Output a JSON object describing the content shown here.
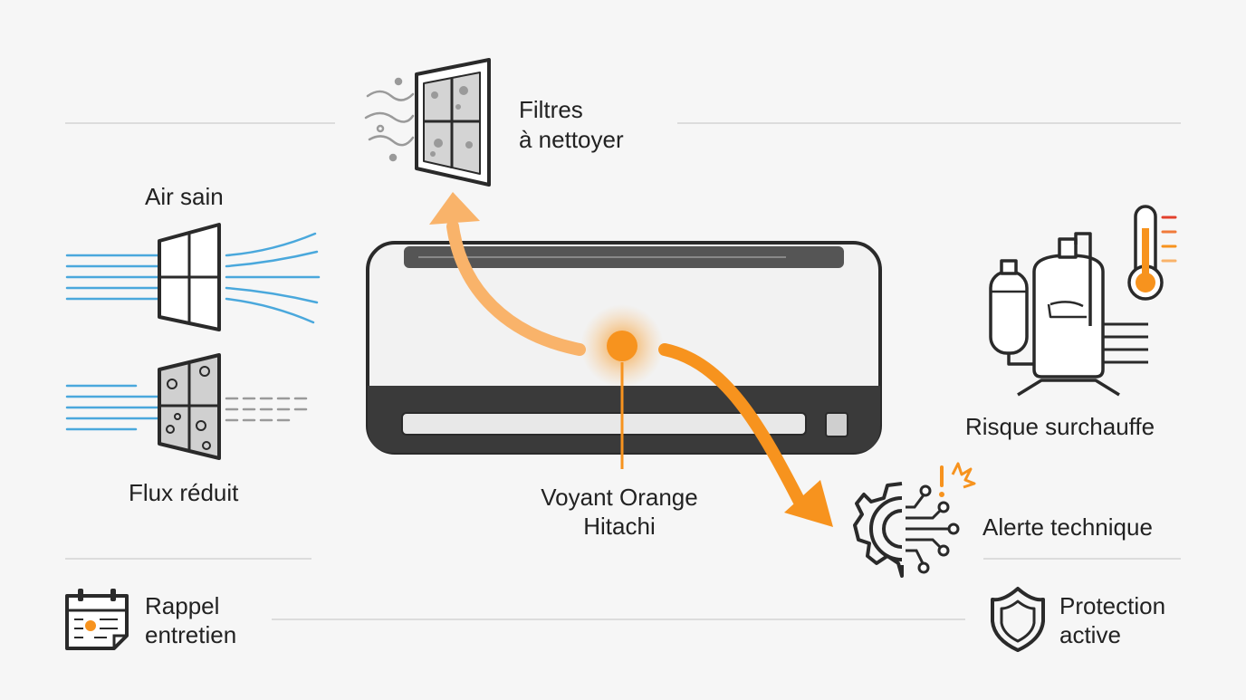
{
  "labels": {
    "filters_line1": "Filtres",
    "filters_line2": "à nettoyer",
    "air_sain": "Air sain",
    "flux_reduit": "Flux réduit",
    "voyant_line1": "Voyant Orange",
    "voyant_line2": "Hitachi",
    "risque": "Risque surchauffe",
    "alerte": "Alerte technique",
    "rappel_line1": "Rappel",
    "rappel_line2": "entretien",
    "protection_line1": "Protection",
    "protection_line2": "active"
  },
  "colors": {
    "accent_orange": "#f7931e",
    "light_orange": "#f9b36a",
    "air_blue": "#4aa8dc",
    "ink": "#2a2a2a",
    "dust_gray": "#9a9a9a",
    "alert_red": "#e2402c"
  },
  "icons": [
    "dirty-filter-icon",
    "clean-filter-icon",
    "clogged-filter-icon",
    "compressor-icon",
    "thermometer-icon",
    "gear-circuit-icon",
    "calendar-icon",
    "shield-icon"
  ]
}
